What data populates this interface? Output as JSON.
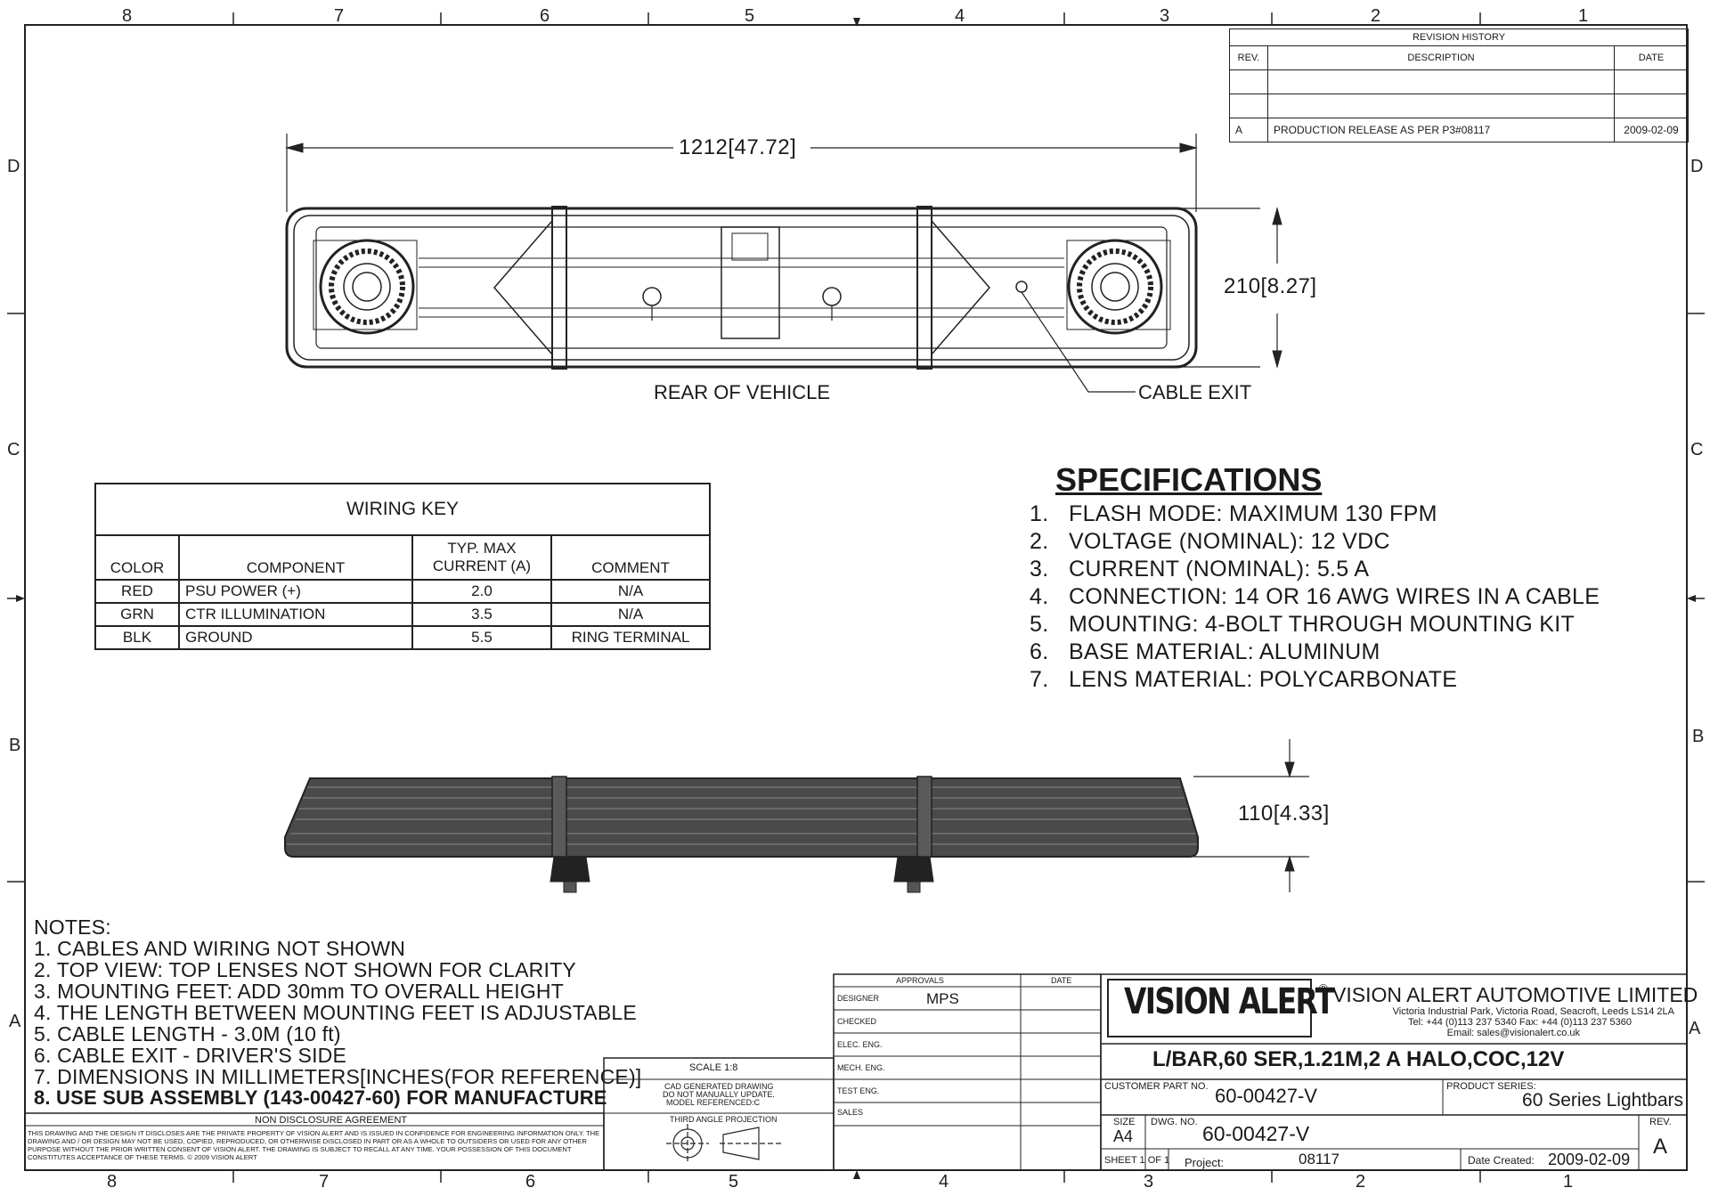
{
  "zones": {
    "top": [
      "8",
      "7",
      "6",
      "5",
      "4",
      "3",
      "2",
      "1"
    ],
    "bottom": [
      "8",
      "7",
      "6",
      "5",
      "4",
      "3",
      "2",
      "1"
    ],
    "left": [
      "D",
      "C",
      "B",
      "A"
    ],
    "right": [
      "D",
      "C",
      "B",
      "A"
    ]
  },
  "revision_history": {
    "title": "REVISION HISTORY",
    "headers": [
      "REV.",
      "DESCRIPTION",
      "DATE"
    ],
    "rows": [
      {
        "rev": "A",
        "description": "PRODUCTION RELEASE AS PER P3#08117",
        "date": "2009-02-09"
      }
    ]
  },
  "top_view": {
    "length_dim": "1212",
    "length_dim_in": "[47.72]",
    "height_dim": "210",
    "height_dim_in": "[8.27]",
    "rear_label": "REAR OF VEHICLE",
    "cable_label": "CABLE EXIT"
  },
  "side_view": {
    "height_dim": "110",
    "height_dim_in": "[4.33]"
  },
  "wiring_key": {
    "title": "WIRING KEY",
    "headers": {
      "color": "COLOR",
      "component": "COMPONENT",
      "current_top": "TYP. MAX",
      "current_bottom": "CURRENT (A)",
      "comment": "COMMENT"
    },
    "rows": [
      {
        "color": "RED",
        "component": "PSU POWER (+)",
        "current": "2.0",
        "comment": "N/A"
      },
      {
        "color": "GRN",
        "component": "CTR ILLUMINATION",
        "current": "3.5",
        "comment": "N/A"
      },
      {
        "color": "BLK",
        "component": "GROUND",
        "current": "5.5",
        "comment": "RING TERMINAL"
      }
    ]
  },
  "specifications": {
    "title": "SPECIFICATIONS",
    "items": [
      {
        "num": "1.",
        "text": "FLASH MODE: MAXIMUM 130 FPM"
      },
      {
        "num": "2.",
        "text": "VOLTAGE (NOMINAL): 12 VDC"
      },
      {
        "num": "3.",
        "text": "CURRENT (NOMINAL): 5.5 A"
      },
      {
        "num": "4.",
        "text": "CONNECTION: 14 OR 16 AWG WIRES IN A CABLE"
      },
      {
        "num": "5.",
        "text": "MOUNTING: 4-BOLT THROUGH MOUNTING KIT"
      },
      {
        "num": "6.",
        "text": "BASE MATERIAL: ALUMINUM"
      },
      {
        "num": "7.",
        "text": "LENS MATERIAL: POLYCARBONATE"
      }
    ]
  },
  "notes": {
    "title": "NOTES:",
    "items": [
      "1. CABLES AND WIRING NOT SHOWN",
      "2. TOP VIEW: TOP LENSES NOT SHOWN FOR CLARITY",
      "3. MOUNTING FEET:  ADD 30mm TO OVERALL HEIGHT",
      "4. THE LENGTH BETWEEN MOUNTING FEET IS ADJUSTABLE",
      "5. CABLE LENGTH - 3.0M (10 ft)",
      "6. CABLE EXIT - DRIVER'S SIDE",
      "7. DIMENSIONS IN MILLIMETERS[INCHES(FOR REFERENCE)]"
    ],
    "bold_item": "8. USE SUB ASSEMBLY (143-00427-60) FOR MANUFACTURE"
  },
  "nda": {
    "title": "NON DISCLOSURE AGREEMENT",
    "text": "THIS DRAWING AND THE DESIGN IT DISCLOSES ARE THE PRIVATE PROPERTY OF VISION ALERT AND IS ISSUED IN CONFIDENCE FOR ENGINEERING INFORMATION ONLY. THE DRAWING AND / OR DESIGN MAY NOT BE USED, COPIED, REPRODUCED, OR OTHERWISE DISCLOSED IN PART OR AS A WHOLE TO OUTSIDERS OR USED FOR ANY OTHER PURPOSE WITHOUT THE PRIOR WRITTEN CONSENT OF VISION ALERT. THE DRAWING IS SUBJECT TO RECALL AT ANY TIME. YOUR POSSESSION OF THIS DOCUMENT CONSTITUTES ACCEPTANCE OF THESE TERMS.  © 2009 VISION ALERT"
  },
  "scale_block": {
    "scale": "SCALE 1:8",
    "cad_line1": "CAD GENERATED DRAWING",
    "cad_line2": "DO NOT MANUALLY UPDATE.",
    "cad_line3": "MODEL REFERENCED:C",
    "projection": "THIRD ANGLE PROJECTION"
  },
  "approvals": {
    "title": "APPROVALS",
    "date_header": "DATE",
    "rows": [
      {
        "role": "DESIGNER",
        "name": "MPS"
      },
      {
        "role": "CHECKED",
        "name": ""
      },
      {
        "role": "ELEC. ENG.",
        "name": ""
      },
      {
        "role": "MECH. ENG.",
        "name": ""
      },
      {
        "role": "TEST ENG.",
        "name": ""
      },
      {
        "role": "SALES",
        "name": ""
      }
    ]
  },
  "company": {
    "logo_text": "VISION ALERT",
    "registered": "®",
    "name": "VISION ALERT AUTOMOTIVE LIMITED",
    "address": "Victoria Industrial Park, Victoria Road, Seacroft, Leeds LS14 2LA",
    "phone": "Tel: +44 (0)113 237 5340     Fax: +44 (0)113 237 5360",
    "email": "Email: sales@visionalert.co.uk"
  },
  "title_block": {
    "title": "L/BAR,60 SER,1.21M,2 A HALO,COC,12V",
    "customer_part_label": "CUSTOMER PART NO.",
    "customer_part": "60-00427-V",
    "product_series_label": "PRODUCT SERIES:",
    "product_series": "60 Series Lightbars",
    "size_label": "SIZE",
    "size": "A4",
    "dwg_label": "DWG. NO.",
    "dwg_no": "60-00427-V",
    "rev_label": "REV.",
    "rev": "A",
    "sheet": "SHEET 1 OF 1",
    "project_label": "Project:",
    "project": "08117",
    "date_label": "Date Created:",
    "date": "2009-02-09"
  }
}
